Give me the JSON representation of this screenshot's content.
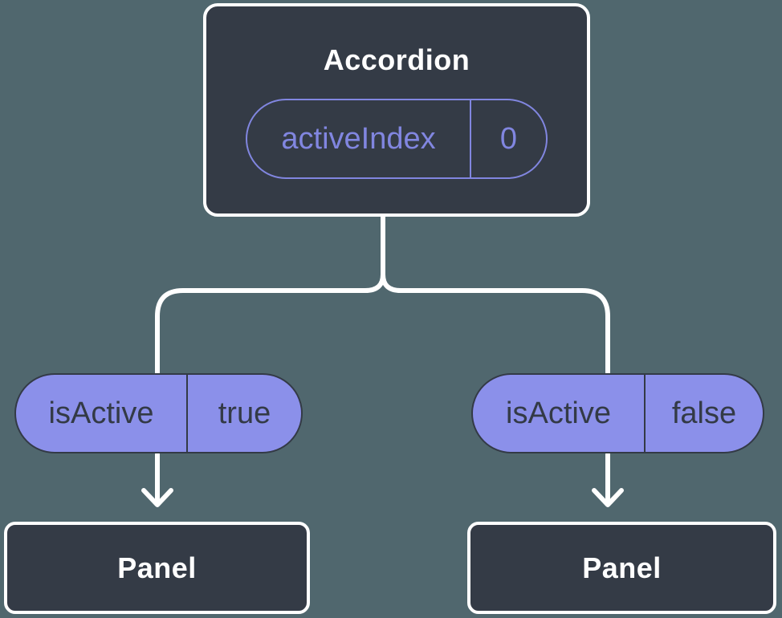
{
  "colors": {
    "canvas-bg": "#50676e",
    "node-fill": "#343b46",
    "node-border": "#ffffff",
    "connector": "#ffffff",
    "accent-purple": "#8186e0",
    "prop-pill-fill": "#8b90ea",
    "prop-ink": "#333a46",
    "title-ink": "#ffffff"
  },
  "tree": {
    "root": {
      "label": "Accordion",
      "state": {
        "name": "activeIndex",
        "value": "0"
      }
    },
    "children": [
      {
        "label": "Panel",
        "prop": {
          "name": "isActive",
          "value": "true"
        }
      },
      {
        "label": "Panel",
        "prop": {
          "name": "isActive",
          "value": "false"
        }
      }
    ]
  }
}
